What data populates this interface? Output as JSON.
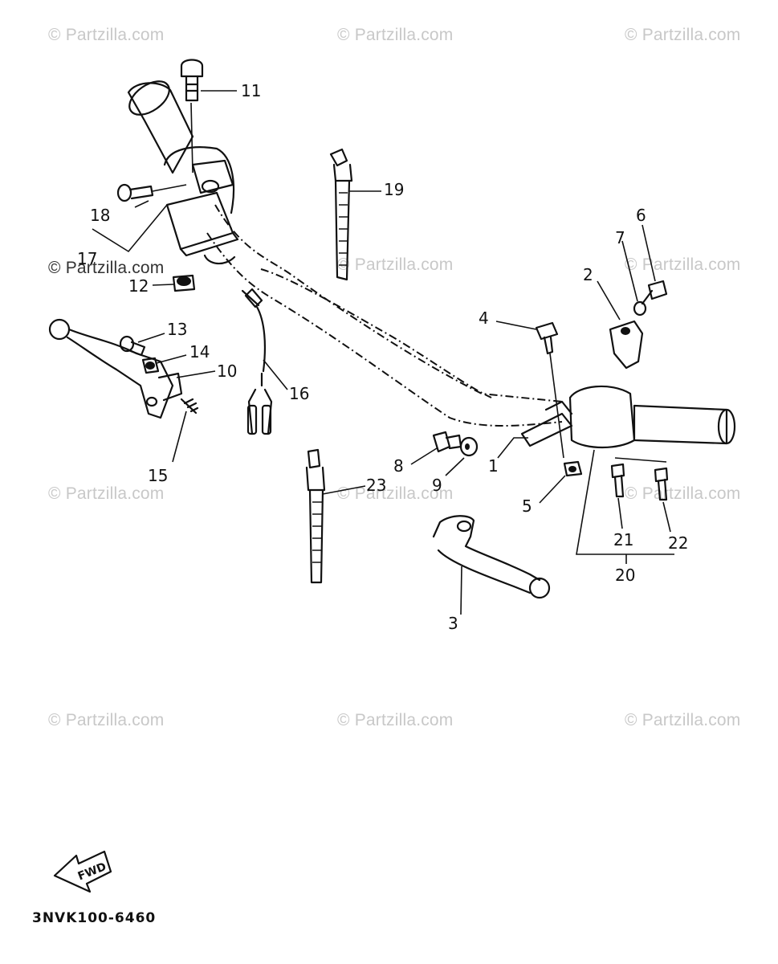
{
  "watermark": "© Partzilla.com",
  "diagram_code": "3NVK100-6460",
  "fwd_label": "FWD",
  "callouts": {
    "c1": "1",
    "c2": "2",
    "c3": "3",
    "c4": "4",
    "c5": "5",
    "c6": "6",
    "c7": "7",
    "c8": "8",
    "c9": "9",
    "c10": "10",
    "c11": "11",
    "c12": "12",
    "c13": "13",
    "c14": "14",
    "c15": "15",
    "c16": "16",
    "c17": "17",
    "c18": "18",
    "c19": "19",
    "c20": "20",
    "c21": "21",
    "c22": "22",
    "c23": "23"
  }
}
